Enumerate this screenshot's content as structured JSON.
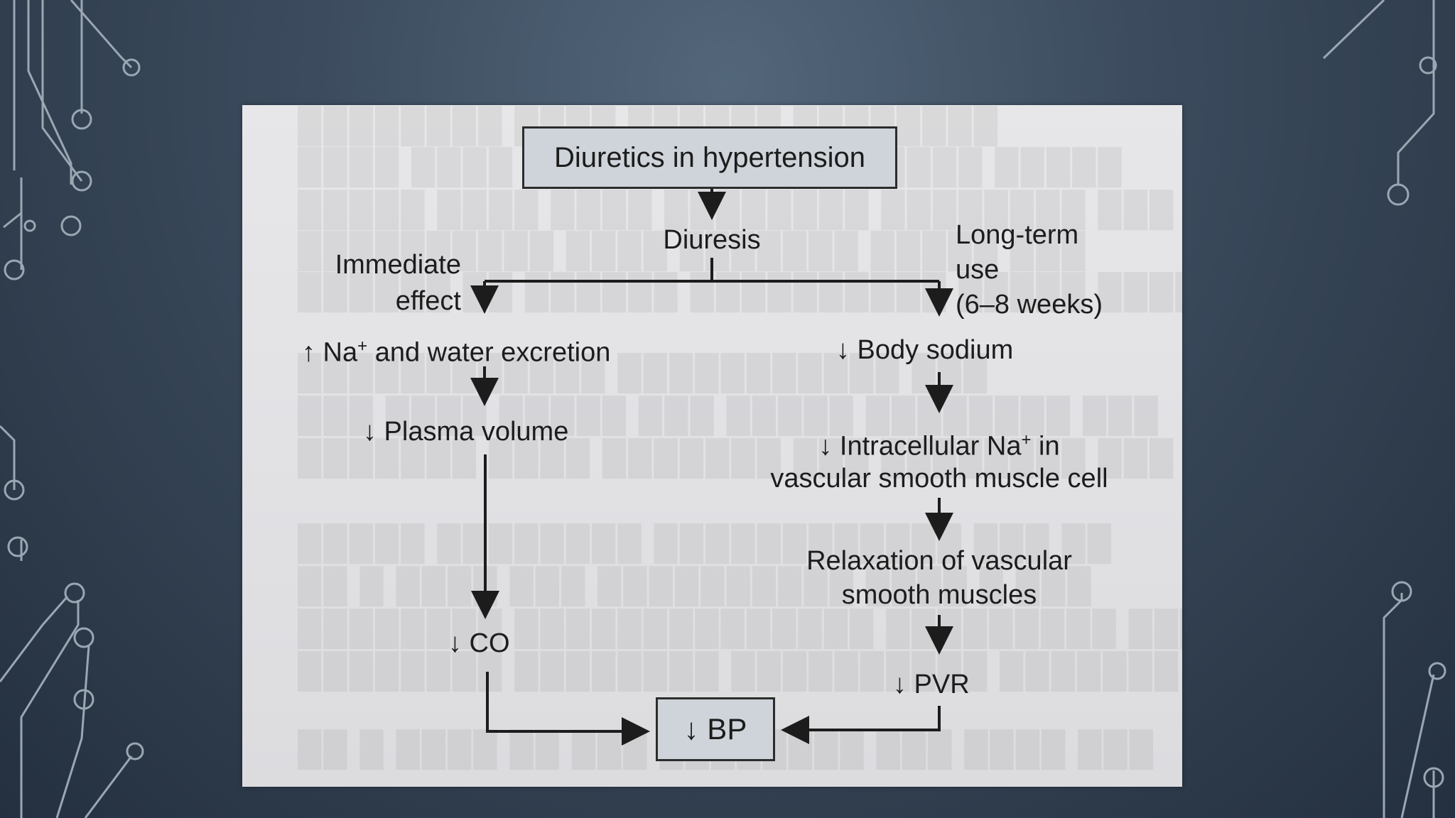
{
  "diagram": {
    "title": "Diuretics in hypertension",
    "diuresis": "Diuresis",
    "immediate_line1": "Immediate",
    "immediate_line2": "effect",
    "longterm_line1": "Long-term",
    "longterm_line2": "use",
    "longterm_line3": "(6–8 weeks)",
    "na_excretion_arrow": "↑ Na",
    "na_excretion_sup": "+",
    "na_excretion_rest": " and water excretion",
    "body_sodium": "↓ Body sodium",
    "plasma_volume": "↓ Plasma volume",
    "intracellular_a": "↓ Intracellular Na",
    "intracellular_sup": "+",
    "intracellular_b": " in",
    "intracellular_line2": "vascular smooth muscle cell",
    "relaxation_line1": "Relaxation of vascular",
    "relaxation_line2": "smooth muscles",
    "co": "↓ CO",
    "pvr": "↓ PVR",
    "bp": "↓ BP"
  },
  "colors": {
    "slide_background": "#3c4c5e",
    "circuit_lines": "#9aa7b3",
    "photo_paper": "#e3e3e6",
    "box_fill": "#cfd4da",
    "ink": "#1c1c1c"
  }
}
